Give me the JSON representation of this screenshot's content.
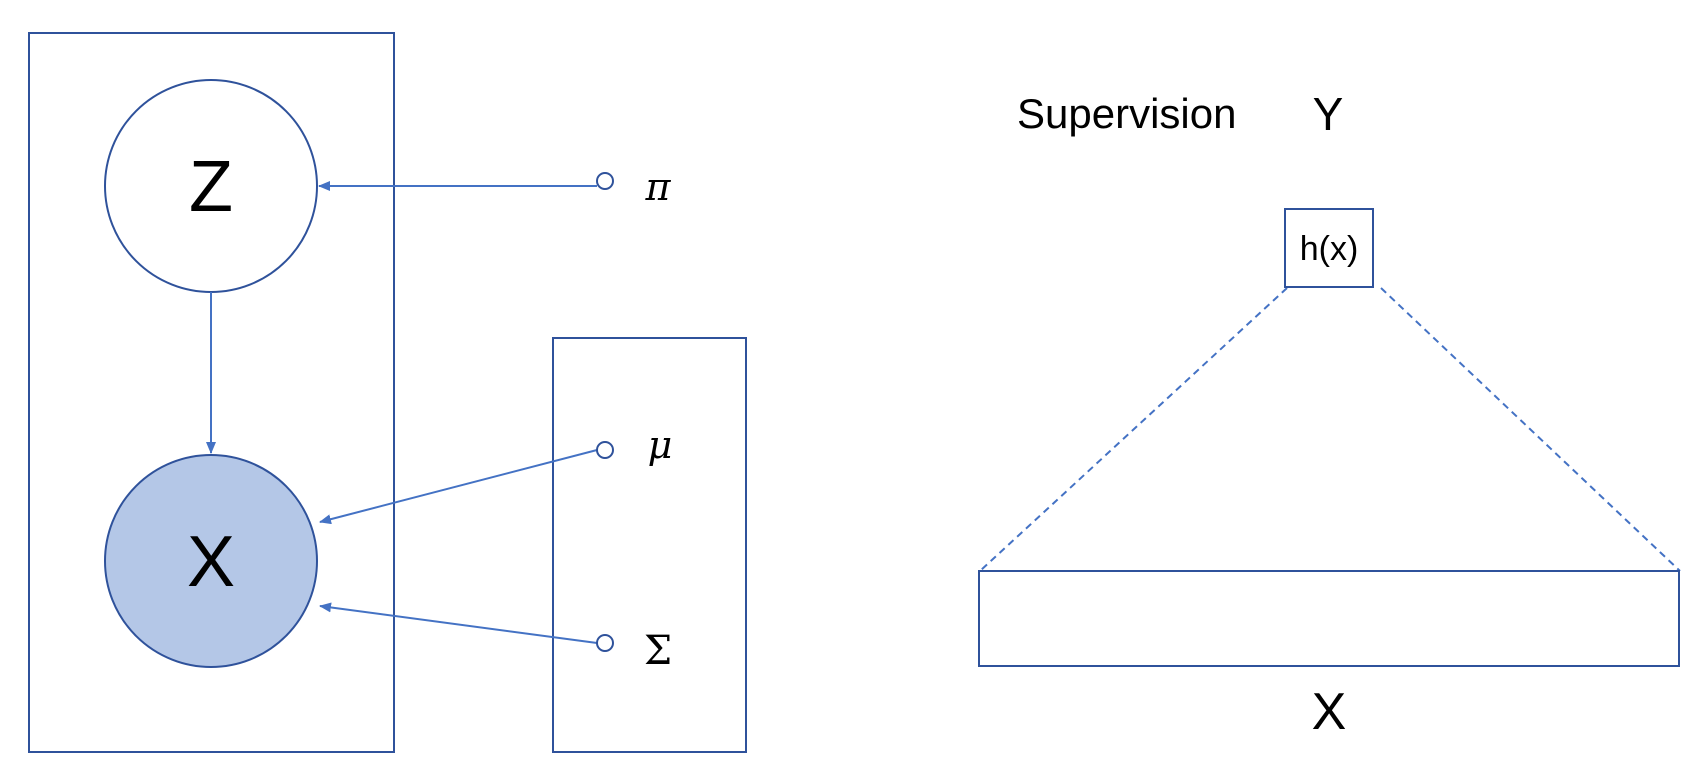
{
  "model": {
    "latent_node": "Z",
    "observed_node": "X",
    "parameters": {
      "pi": "π",
      "mu": "μ",
      "sigma": "Σ"
    }
  },
  "supervised": {
    "supervision_label": "Supervision",
    "target_label": "Y",
    "hypothesis_label": "h(x)",
    "input_label": "X"
  },
  "colors": {
    "stroke": "#2f529b",
    "arrow": "#4472c4",
    "observed_fill": "#b4c7e7",
    "text": "#000000"
  }
}
